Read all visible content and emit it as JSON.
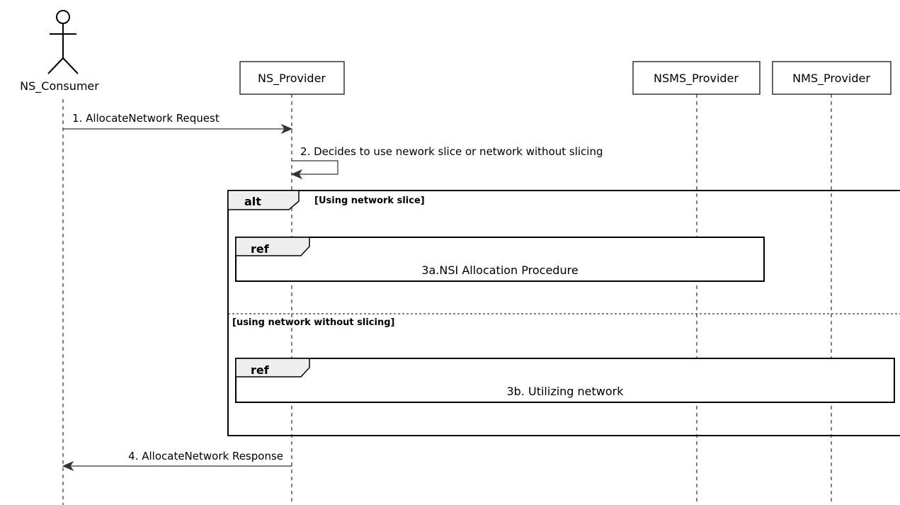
{
  "participants": {
    "consumer": "NS_Consumer",
    "ns_provider": "NS_Provider",
    "nsms_provider": "NSMS_Provider",
    "nms_provider": "NMS_Provider"
  },
  "messages": {
    "m1": "1. AllocateNetwork Request",
    "m2": "2. Decides to use nework slice or network without slicing",
    "m4": "4. AllocateNetwork Response"
  },
  "alt": {
    "keyword": "alt",
    "guard1": "[Using network slice]",
    "guard2": "[using network without slicing]"
  },
  "refs": {
    "keyword": "ref",
    "ref_a": "3a.NSI Allocation Procedure",
    "ref_b": "3b. Utilizing network"
  }
}
